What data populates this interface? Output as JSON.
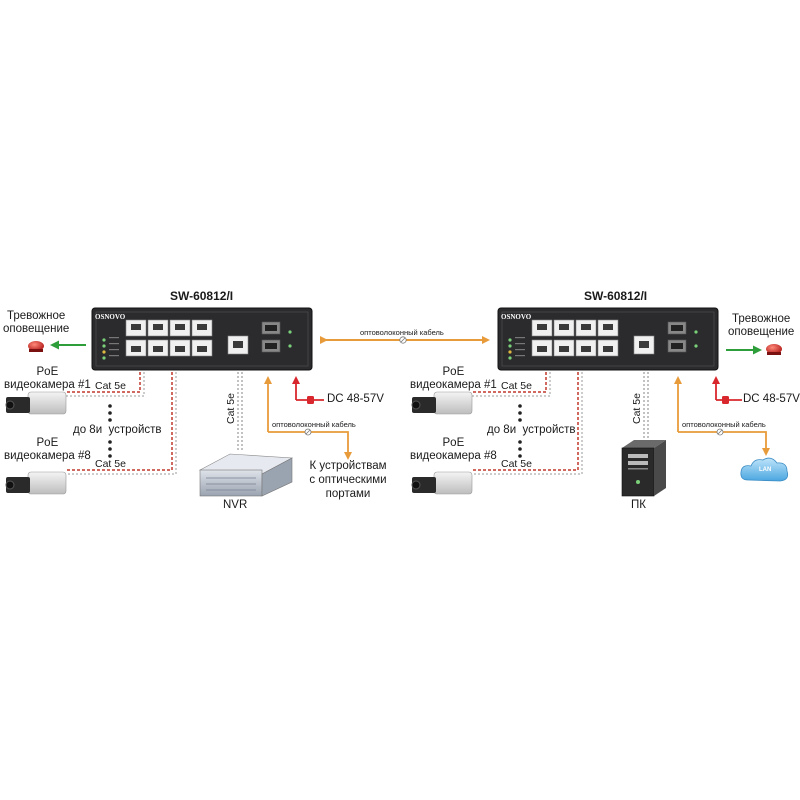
{
  "colors": {
    "switch_body": "#2b2b2e",
    "port": "#f0f0f0",
    "fiber_link": "#e89b3a",
    "power": "#d8272d",
    "alarm": "#2e9e3a",
    "cable": "#c0392b"
  },
  "left": {
    "title": "SW-60812/I",
    "brand": "OSNOVO",
    "alarm_label": "Тревожное\nоповещение",
    "camera1_label": "PoE\nвидеокамера #1",
    "camera8_label": "PoE\nвидеокамера #8",
    "cat_top": "Cat 5e",
    "cat_bottom": "Cat 5e",
    "devices_label": "до 8и  устройств",
    "nvr_cable": "Cat 5e",
    "nvr_label": "NVR",
    "power_label": "DC 48-57V",
    "fiber_label": "оптоволоконный кабель",
    "optical_label": "К устройствам\nс оптическими\nпортами"
  },
  "center": {
    "fiber_label": "оптоволоконный кабель"
  },
  "right": {
    "title": "SW-60812/I",
    "brand": "OSNOVO",
    "alarm_label": "Тревожное\nоповещение",
    "camera1_label": "PoE\nвидеокамера #1",
    "camera8_label": "PoE\nвидеокамера #8",
    "cat_top": "Cat 5e",
    "cat_bottom": "Cat 5e",
    "devices_label": "до 8и  устройств",
    "pc_cable": "Cat 5e",
    "pc_label": "ПК",
    "power_label": "DC 48-57V",
    "fiber_label": "оптоволоконный кабель",
    "lan_label": "LAN"
  }
}
